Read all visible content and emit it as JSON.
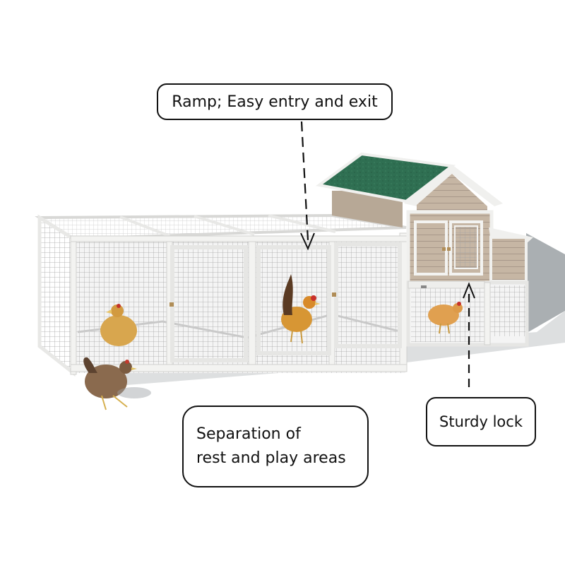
{
  "callouts": {
    "ramp": "Ramp; Easy entry and exit",
    "separation_line1": "Separation of",
    "separation_line2": "rest and play areas",
    "lock": "Sturdy lock"
  },
  "colors": {
    "roof": "#2f6f52",
    "house_wall": "#c9b8a6",
    "frame": "#f2f2f0",
    "mesh": "#9a9a9a",
    "shadow": "#9aa0a4",
    "hen": "#d8a24a"
  },
  "icons": [
    "chicken",
    "chicken-coop",
    "dashed-arrow"
  ]
}
